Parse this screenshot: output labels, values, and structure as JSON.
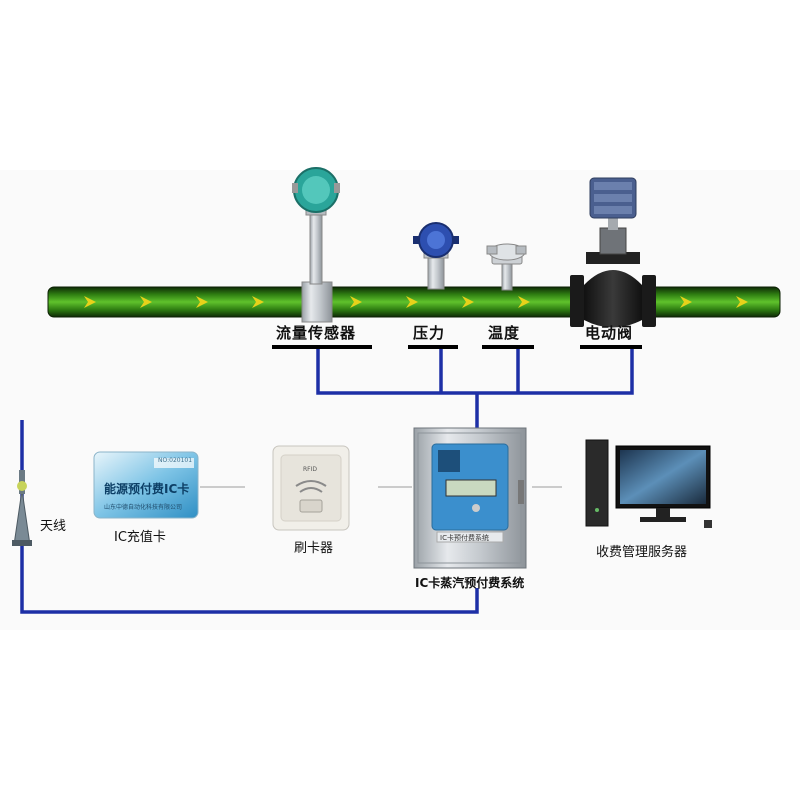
{
  "pipe": {
    "sensors": [
      {
        "id": "flow",
        "label": "流量传感器"
      },
      {
        "id": "pressure",
        "label": "压力"
      },
      {
        "id": "temperature",
        "label": "温度"
      },
      {
        "id": "valve",
        "label": "电动阀"
      }
    ]
  },
  "devices": {
    "antenna": {
      "label": "天线"
    },
    "ic_card": {
      "label": "IC充值卡",
      "card_title": "能源预付费IC卡",
      "card_no": "NO:020101",
      "card_company": "山东中德自动化科技有限公司"
    },
    "reader": {
      "label": "刷卡器",
      "badge": "RFID"
    },
    "controller": {
      "label": "IC卡蒸汽预付费系统",
      "panel_text": "IC卡预付费系统"
    },
    "server": {
      "label": "收费管理服务器"
    }
  },
  "colors": {
    "pipe_green": "#3f9a1c",
    "pipe_dark": "#1f4a0c",
    "arrow_yellow": "#e8d21a",
    "wire_blue": "#1d2fa6",
    "cabinet_steel": "#c9ced3",
    "screen_blue": "#4aa3d8"
  }
}
